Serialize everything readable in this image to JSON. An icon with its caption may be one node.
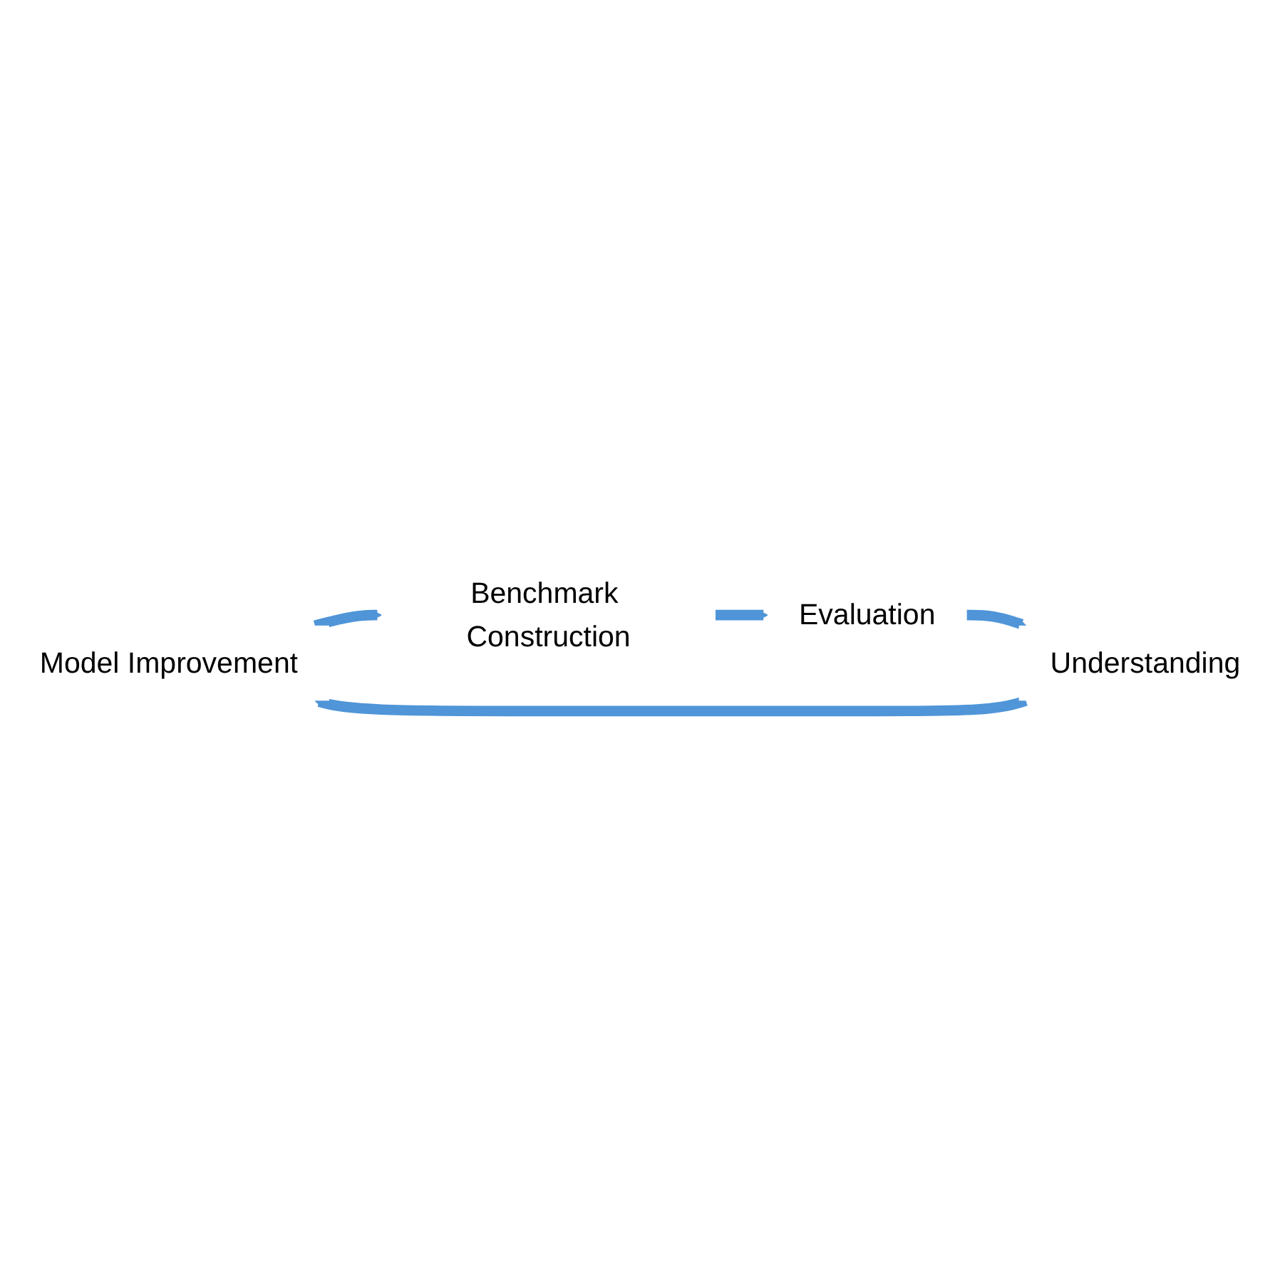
{
  "diagram": {
    "nodes": [
      {
        "text": [
          "Model Improvement"
        ]
      },
      {
        "text": [
          "Benchmark Construction"
        ]
      },
      {
        "text": [
          "Evaluation"
        ]
      },
      {
        "text": [
          "Understanding"
        ]
      }
    ],
    "edges": [
      {
        "from": 0,
        "to": 1,
        "arrow": "to"
      },
      {
        "from": 1,
        "to": 2,
        "arrow": "to"
      },
      {
        "from": 2,
        "to": 3,
        "arrow": "to"
      },
      {
        "from": 3,
        "to": 0,
        "arrow": "to"
      }
    ]
  }
}
